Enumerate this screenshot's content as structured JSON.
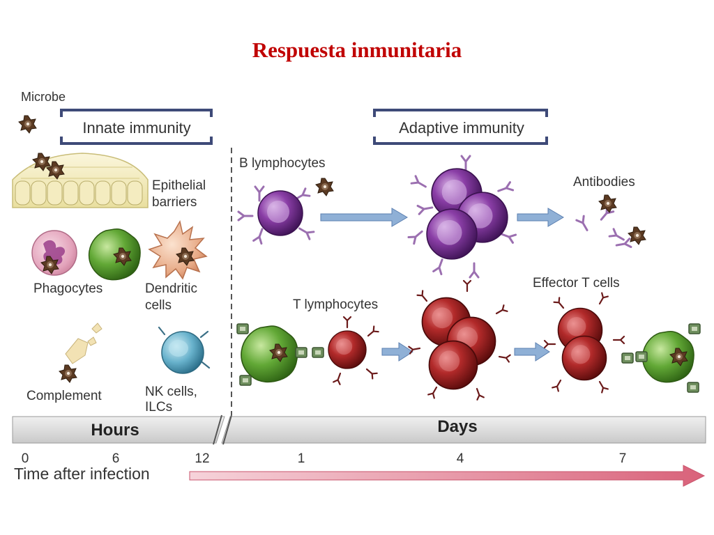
{
  "slide": {
    "title": "Respuesta inmunitaria"
  },
  "labels": {
    "microbe": "Microbe",
    "innate_immunity": "Innate immunity",
    "adaptive_immunity": "Adaptive immunity",
    "epithelial_line1": "Epithelial",
    "epithelial_line2": "barriers",
    "phagocytes": "Phagocytes",
    "dendritic_line1": "Dendritic",
    "dendritic_line2": "cells",
    "complement": "Complement",
    "nk_line1": "NK cells,",
    "nk_line2": "ILCs",
    "b_lymphocytes": "B lymphocytes",
    "antibodies": "Antibodies",
    "t_lymphocytes": "T lymphocytes",
    "effector_t_cells": "Effector T cells"
  },
  "timeline": {
    "hours_label": "Hours",
    "days_label": "Days",
    "ticks": [
      "0",
      "6",
      "12",
      "1",
      "4",
      "7"
    ],
    "axis_label": "Time after infection"
  },
  "colors": {
    "title": "#c00000",
    "b_cell": "#7a3590",
    "t_cell": "#a32626",
    "phagocyte_green": "#5aa632",
    "arrow_blue": "#7f9fc8",
    "time_arrow": "#e39aa8"
  }
}
